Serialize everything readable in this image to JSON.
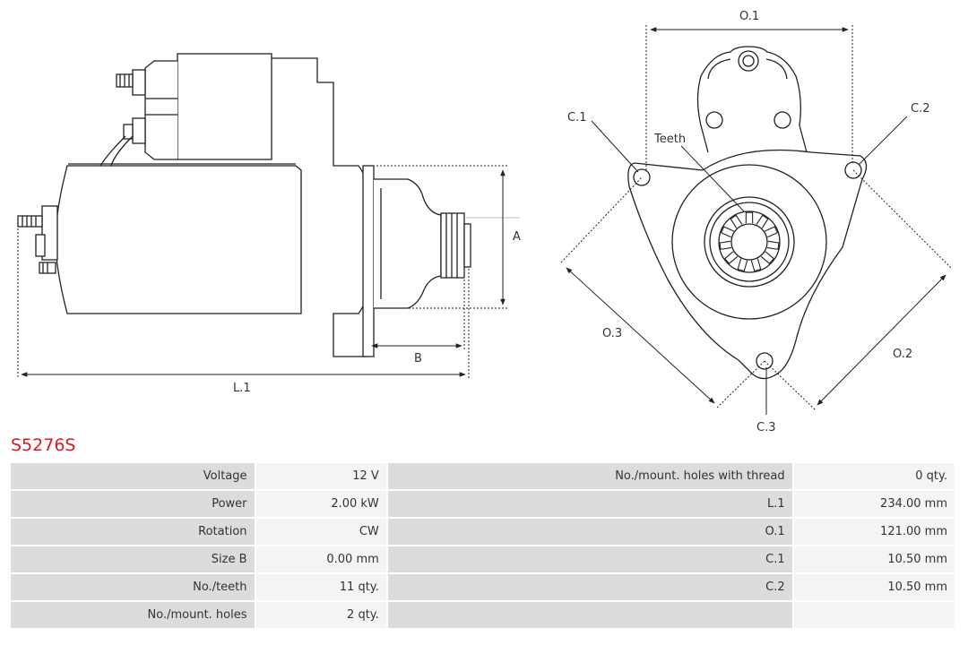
{
  "product": {
    "code": "S5276S",
    "accent_color": "#cc2222"
  },
  "drawing": {
    "dimensions": {
      "l1": "L.1",
      "a": "A",
      "b": "B",
      "o1": "O.1",
      "o2": "O.2",
      "o3": "O.3",
      "c1": "C.1",
      "c2": "C.2",
      "c3": "C.3",
      "teeth": "Teeth"
    }
  },
  "specs": {
    "rows": [
      {
        "label1": "Voltage",
        "value1": "12 V",
        "label2": "No./mount. holes with thread",
        "value2": "0 qty."
      },
      {
        "label1": "Power",
        "value1": "2.00 kW",
        "label2": "L.1",
        "value2": "234.00 mm"
      },
      {
        "label1": "Rotation",
        "value1": "CW",
        "label2": "O.1",
        "value2": "121.00 mm"
      },
      {
        "label1": "Size B",
        "value1": "0.00 mm",
        "label2": "C.1",
        "value2": "10.50 mm"
      },
      {
        "label1": "No./teeth",
        "value1": "11 qty.",
        "label2": "C.2",
        "value2": "10.50 mm"
      },
      {
        "label1": "No./mount. holes",
        "value1": "2 qty.",
        "label2": "",
        "value2": ""
      }
    ]
  }
}
